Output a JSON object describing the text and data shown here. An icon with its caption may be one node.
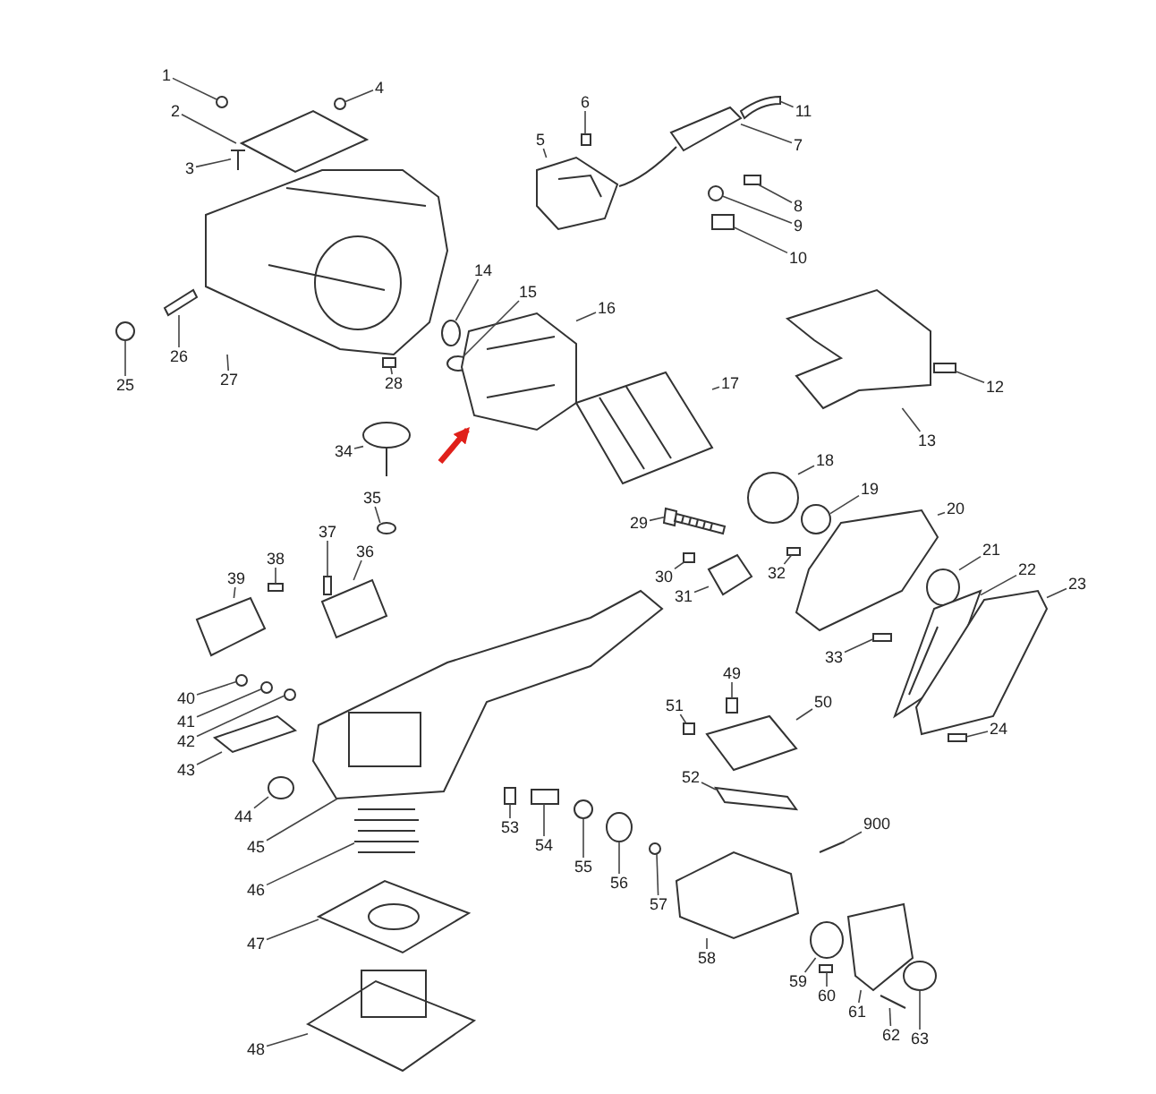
{
  "diagram": {
    "nodes": [
      {
        "text": [
          "1"
        ]
      },
      {
        "text": [
          "2"
        ]
      },
      {
        "text": [
          "3"
        ]
      },
      {
        "text": [
          "4"
        ]
      },
      {
        "text": [
          "5"
        ]
      },
      {
        "text": [
          "6"
        ]
      },
      {
        "text": [
          "7"
        ]
      },
      {
        "text": [
          "8"
        ]
      },
      {
        "text": [
          "9"
        ]
      },
      {
        "text": [
          "10"
        ]
      },
      {
        "text": [
          "11"
        ]
      },
      {
        "text": [
          "12"
        ]
      },
      {
        "text": [
          "13"
        ]
      },
      {
        "text": [
          "14"
        ]
      },
      {
        "text": [
          "15"
        ]
      },
      {
        "text": [
          "16"
        ]
      },
      {
        "text": [
          "17"
        ]
      },
      {
        "text": [
          "18"
        ]
      },
      {
        "text": [
          "19"
        ]
      },
      {
        "text": [
          "20"
        ]
      },
      {
        "text": [
          "21"
        ]
      },
      {
        "text": [
          "22"
        ]
      },
      {
        "text": [
          "23"
        ]
      },
      {
        "text": [
          "24"
        ]
      },
      {
        "text": [
          "25"
        ]
      },
      {
        "text": [
          "26"
        ]
      },
      {
        "text": [
          "27"
        ]
      },
      {
        "text": [
          "28"
        ]
      },
      {
        "text": [
          "29"
        ]
      },
      {
        "text": [
          "30"
        ]
      },
      {
        "text": [
          "31"
        ]
      },
      {
        "text": [
          "32"
        ]
      },
      {
        "text": [
          "33"
        ]
      },
      {
        "text": [
          "34"
        ]
      },
      {
        "text": [
          "35"
        ]
      },
      {
        "text": [
          "36"
        ]
      },
      {
        "text": [
          "37"
        ]
      },
      {
        "text": [
          "38"
        ]
      },
      {
        "text": [
          "39"
        ]
      },
      {
        "text": [
          "40"
        ]
      },
      {
        "text": [
          "41"
        ]
      },
      {
        "text": [
          "42"
        ]
      },
      {
        "text": [
          "43"
        ]
      },
      {
        "text": [
          "44"
        ]
      },
      {
        "text": [
          "45"
        ]
      },
      {
        "text": [
          "46"
        ]
      },
      {
        "text": [
          "47"
        ]
      },
      {
        "text": [
          "48"
        ]
      },
      {
        "text": [
          "49"
        ]
      },
      {
        "text": [
          "50"
        ]
      },
      {
        "text": [
          "51"
        ]
      },
      {
        "text": [
          "52"
        ]
      },
      {
        "text": [
          "53"
        ]
      },
      {
        "text": [
          "54"
        ]
      },
      {
        "text": [
          "55"
        ]
      },
      {
        "text": [
          "56"
        ]
      },
      {
        "text": [
          "57"
        ]
      },
      {
        "text": [
          "58"
        ]
      },
      {
        "text": [
          "59"
        ]
      },
      {
        "text": [
          "60"
        ]
      },
      {
        "text": [
          "61"
        ]
      },
      {
        "text": [
          "62"
        ]
      },
      {
        "text": [
          "63"
        ]
      },
      {
        "text": [
          "900"
        ]
      },
      {
        "text": [],
        "shape": "circle"
      },
      {
        "text": [],
        "shape": "picture"
      },
      {
        "text": [],
        "shape": "picture"
      },
      {
        "text": [],
        "shape": "circle"
      },
      {
        "text": [],
        "shape": "picture"
      },
      {
        "text": [],
        "shape": "box"
      },
      {
        "text": [],
        "shape": "picture"
      },
      {
        "text": [],
        "shape": "box"
      },
      {
        "text": [],
        "shape": "circle"
      },
      {
        "text": [],
        "shape": "box"
      },
      {
        "text": [],
        "shape": "picture"
      },
      {
        "text": [],
        "shape": "box"
      },
      {
        "text": [],
        "shape": "picture"
      },
      {
        "text": [],
        "shape": "circle"
      },
      {
        "text": [],
        "shape": "circle"
      },
      {
        "text": [],
        "shape": "picture"
      },
      {
        "text": [],
        "shape": "picture"
      },
      {
        "text": [],
        "shape": "circle"
      },
      {
        "text": [],
        "shape": "circle"
      },
      {
        "text": [],
        "shape": "picture"
      },
      {
        "text": [],
        "shape": "circle"
      },
      {
        "text": [],
        "shape": "picture"
      },
      {
        "text": [],
        "shape": "picture"
      },
      {
        "text": [],
        "shape": "box"
      },
      {
        "text": [],
        "shape": "circle"
      },
      {
        "text": [],
        "shape": "picture"
      },
      {
        "text": [],
        "shape": "picture"
      },
      {
        "text": [],
        "shape": "box"
      },
      {
        "text": [],
        "shape": "picture"
      },
      {
        "text": [],
        "shape": "box"
      },
      {
        "text": [],
        "shape": "picture"
      },
      {
        "text": [],
        "shape": "box"
      },
      {
        "text": [],
        "shape": "box"
      },
      {
        "text": [],
        "shape": "picture"
      },
      {
        "text": [],
        "shape": "circle"
      },
      {
        "text": [],
        "shape": "picture"
      },
      {
        "text": [],
        "shape": "box"
      },
      {
        "text": [],
        "shape": "box"
      },
      {
        "text": [],
        "shape": "picture"
      },
      {
        "text": [],
        "shape": "circle"
      },
      {
        "text": [],
        "shape": "circle"
      },
      {
        "text": [],
        "shape": "circle"
      },
      {
        "text": [],
        "shape": "picture"
      },
      {
        "text": [],
        "shape": "circle"
      },
      {
        "text": [],
        "shape": "picture"
      },
      {
        "text": [],
        "shape": "picture"
      },
      {
        "text": [],
        "shape": "picture"
      },
      {
        "text": [],
        "shape": "picture"
      },
      {
        "text": [],
        "shape": "box"
      },
      {
        "text": [],
        "shape": "picture"
      },
      {
        "text": [],
        "shape": "box"
      },
      {
        "text": [],
        "shape": "picture"
      },
      {
        "text": [],
        "shape": "box"
      },
      {
        "text": [],
        "shape": "box"
      },
      {
        "text": [],
        "shape": "circle"
      },
      {
        "text": [],
        "shape": "circle"
      },
      {
        "text": [],
        "shape": "circle"
      },
      {
        "text": [],
        "shape": "picture"
      },
      {
        "text": [],
        "shape": "circle"
      },
      {
        "text": [],
        "shape": "box"
      },
      {
        "text": [],
        "shape": "picture"
      },
      {
        "text": [],
        "shape": "picture"
      },
      {
        "text": [],
        "shape": "circle"
      },
      {
        "text": [],
        "shape": "picture"
      }
    ],
    "edges": [
      {
        "from": 0,
        "to": 64,
        "arrow": "none"
      },
      {
        "from": 1,
        "to": 65,
        "arrow": "none"
      },
      {
        "from": 2,
        "to": 66,
        "arrow": "none"
      },
      {
        "from": 3,
        "to": 67,
        "arrow": "none"
      },
      {
        "from": 4,
        "to": 68,
        "arrow": "none"
      },
      {
        "from": 5,
        "to": 69,
        "arrow": "none"
      },
      {
        "from": 6,
        "to": 70,
        "arrow": "none"
      },
      {
        "from": 7,
        "to": 71,
        "arrow": "none"
      },
      {
        "from": 8,
        "to": 72,
        "arrow": "none"
      },
      {
        "from": 9,
        "to": 73,
        "arrow": "none"
      },
      {
        "from": 10,
        "to": 74,
        "arrow": "none"
      },
      {
        "from": 11,
        "to": 75,
        "arrow": "none"
      },
      {
        "from": 12,
        "to": 76,
        "arrow": "none"
      },
      {
        "from": 13,
        "to": 77,
        "arrow": "none"
      },
      {
        "from": 14,
        "to": 78,
        "arrow": "none"
      },
      {
        "from": 15,
        "to": 79,
        "arrow": "none"
      },
      {
        "from": 16,
        "to": 80,
        "arrow": "none"
      },
      {
        "from": 17,
        "to": 81,
        "arrow": "none"
      },
      {
        "from": 18,
        "to": 82,
        "arrow": "none"
      },
      {
        "from": 19,
        "to": 83,
        "arrow": "none"
      },
      {
        "from": 20,
        "to": 84,
        "arrow": "none"
      },
      {
        "from": 21,
        "to": 85,
        "arrow": "none"
      },
      {
        "from": 22,
        "to": 86,
        "arrow": "none"
      },
      {
        "from": 23,
        "to": 87,
        "arrow": "none"
      },
      {
        "from": 24,
        "to": 88,
        "arrow": "none"
      },
      {
        "from": 25,
        "to": 89,
        "arrow": "none"
      },
      {
        "from": 26,
        "to": 90,
        "arrow": "none"
      },
      {
        "from": 27,
        "to": 91,
        "arrow": "none"
      },
      {
        "from": 28,
        "to": 92,
        "arrow": "none"
      },
      {
        "from": 29,
        "to": 93,
        "arrow": "none"
      },
      {
        "from": 30,
        "to": 94,
        "arrow": "none"
      },
      {
        "from": 31,
        "to": 95,
        "arrow": "none"
      },
      {
        "from": 32,
        "to": 96,
        "arrow": "none"
      },
      {
        "from": 33,
        "to": 97,
        "arrow": "none"
      },
      {
        "from": 34,
        "to": 98,
        "arrow": "none"
      },
      {
        "from": 35,
        "to": 99,
        "arrow": "none"
      },
      {
        "from": 36,
        "to": 100,
        "arrow": "none"
      },
      {
        "from": 37,
        "to": 101,
        "arrow": "none"
      },
      {
        "from": 38,
        "to": 102,
        "arrow": "none"
      },
      {
        "from": 39,
        "to": 103,
        "arrow": "none"
      },
      {
        "from": 40,
        "to": 104,
        "arrow": "none"
      },
      {
        "from": 41,
        "to": 105,
        "arrow": "none"
      },
      {
        "from": 42,
        "to": 106,
        "arrow": "none"
      },
      {
        "from": 43,
        "to": 107,
        "arrow": "none"
      },
      {
        "from": 44,
        "to": 108,
        "arrow": "none"
      },
      {
        "from": 45,
        "to": 109,
        "arrow": "none"
      },
      {
        "from": 46,
        "to": 110,
        "arrow": "none"
      },
      {
        "from": 47,
        "to": 111,
        "arrow": "none"
      },
      {
        "from": 48,
        "to": 112,
        "arrow": "none"
      },
      {
        "from": 49,
        "to": 113,
        "arrow": "none"
      },
      {
        "from": 50,
        "to": 114,
        "arrow": "none"
      },
      {
        "from": 51,
        "to": 115,
        "arrow": "none"
      },
      {
        "from": 52,
        "to": 116,
        "arrow": "none"
      },
      {
        "from": 53,
        "to": 117,
        "arrow": "none"
      },
      {
        "from": 54,
        "to": 118,
        "arrow": "none"
      },
      {
        "from": 55,
        "to": 119,
        "arrow": "none"
      },
      {
        "from": 56,
        "to": 120,
        "arrow": "none"
      },
      {
        "from": 57,
        "to": 121,
        "arrow": "none"
      },
      {
        "from": 58,
        "to": 122,
        "arrow": "none"
      },
      {
        "from": 59,
        "to": 123,
        "arrow": "none"
      },
      {
        "from": 60,
        "to": 124,
        "arrow": "none"
      },
      {
        "from": 61,
        "to": 125,
        "arrow": "none"
      },
      {
        "from": 62,
        "to": 126,
        "arrow": "none"
      },
      {
        "from": 63,
        "to": 127,
        "arrow": "none"
      },
      {
        "from": null,
        "to": 79,
        "arrow": "to",
        "style": "thick",
        "color": "#e0201a"
      }
    ]
  }
}
